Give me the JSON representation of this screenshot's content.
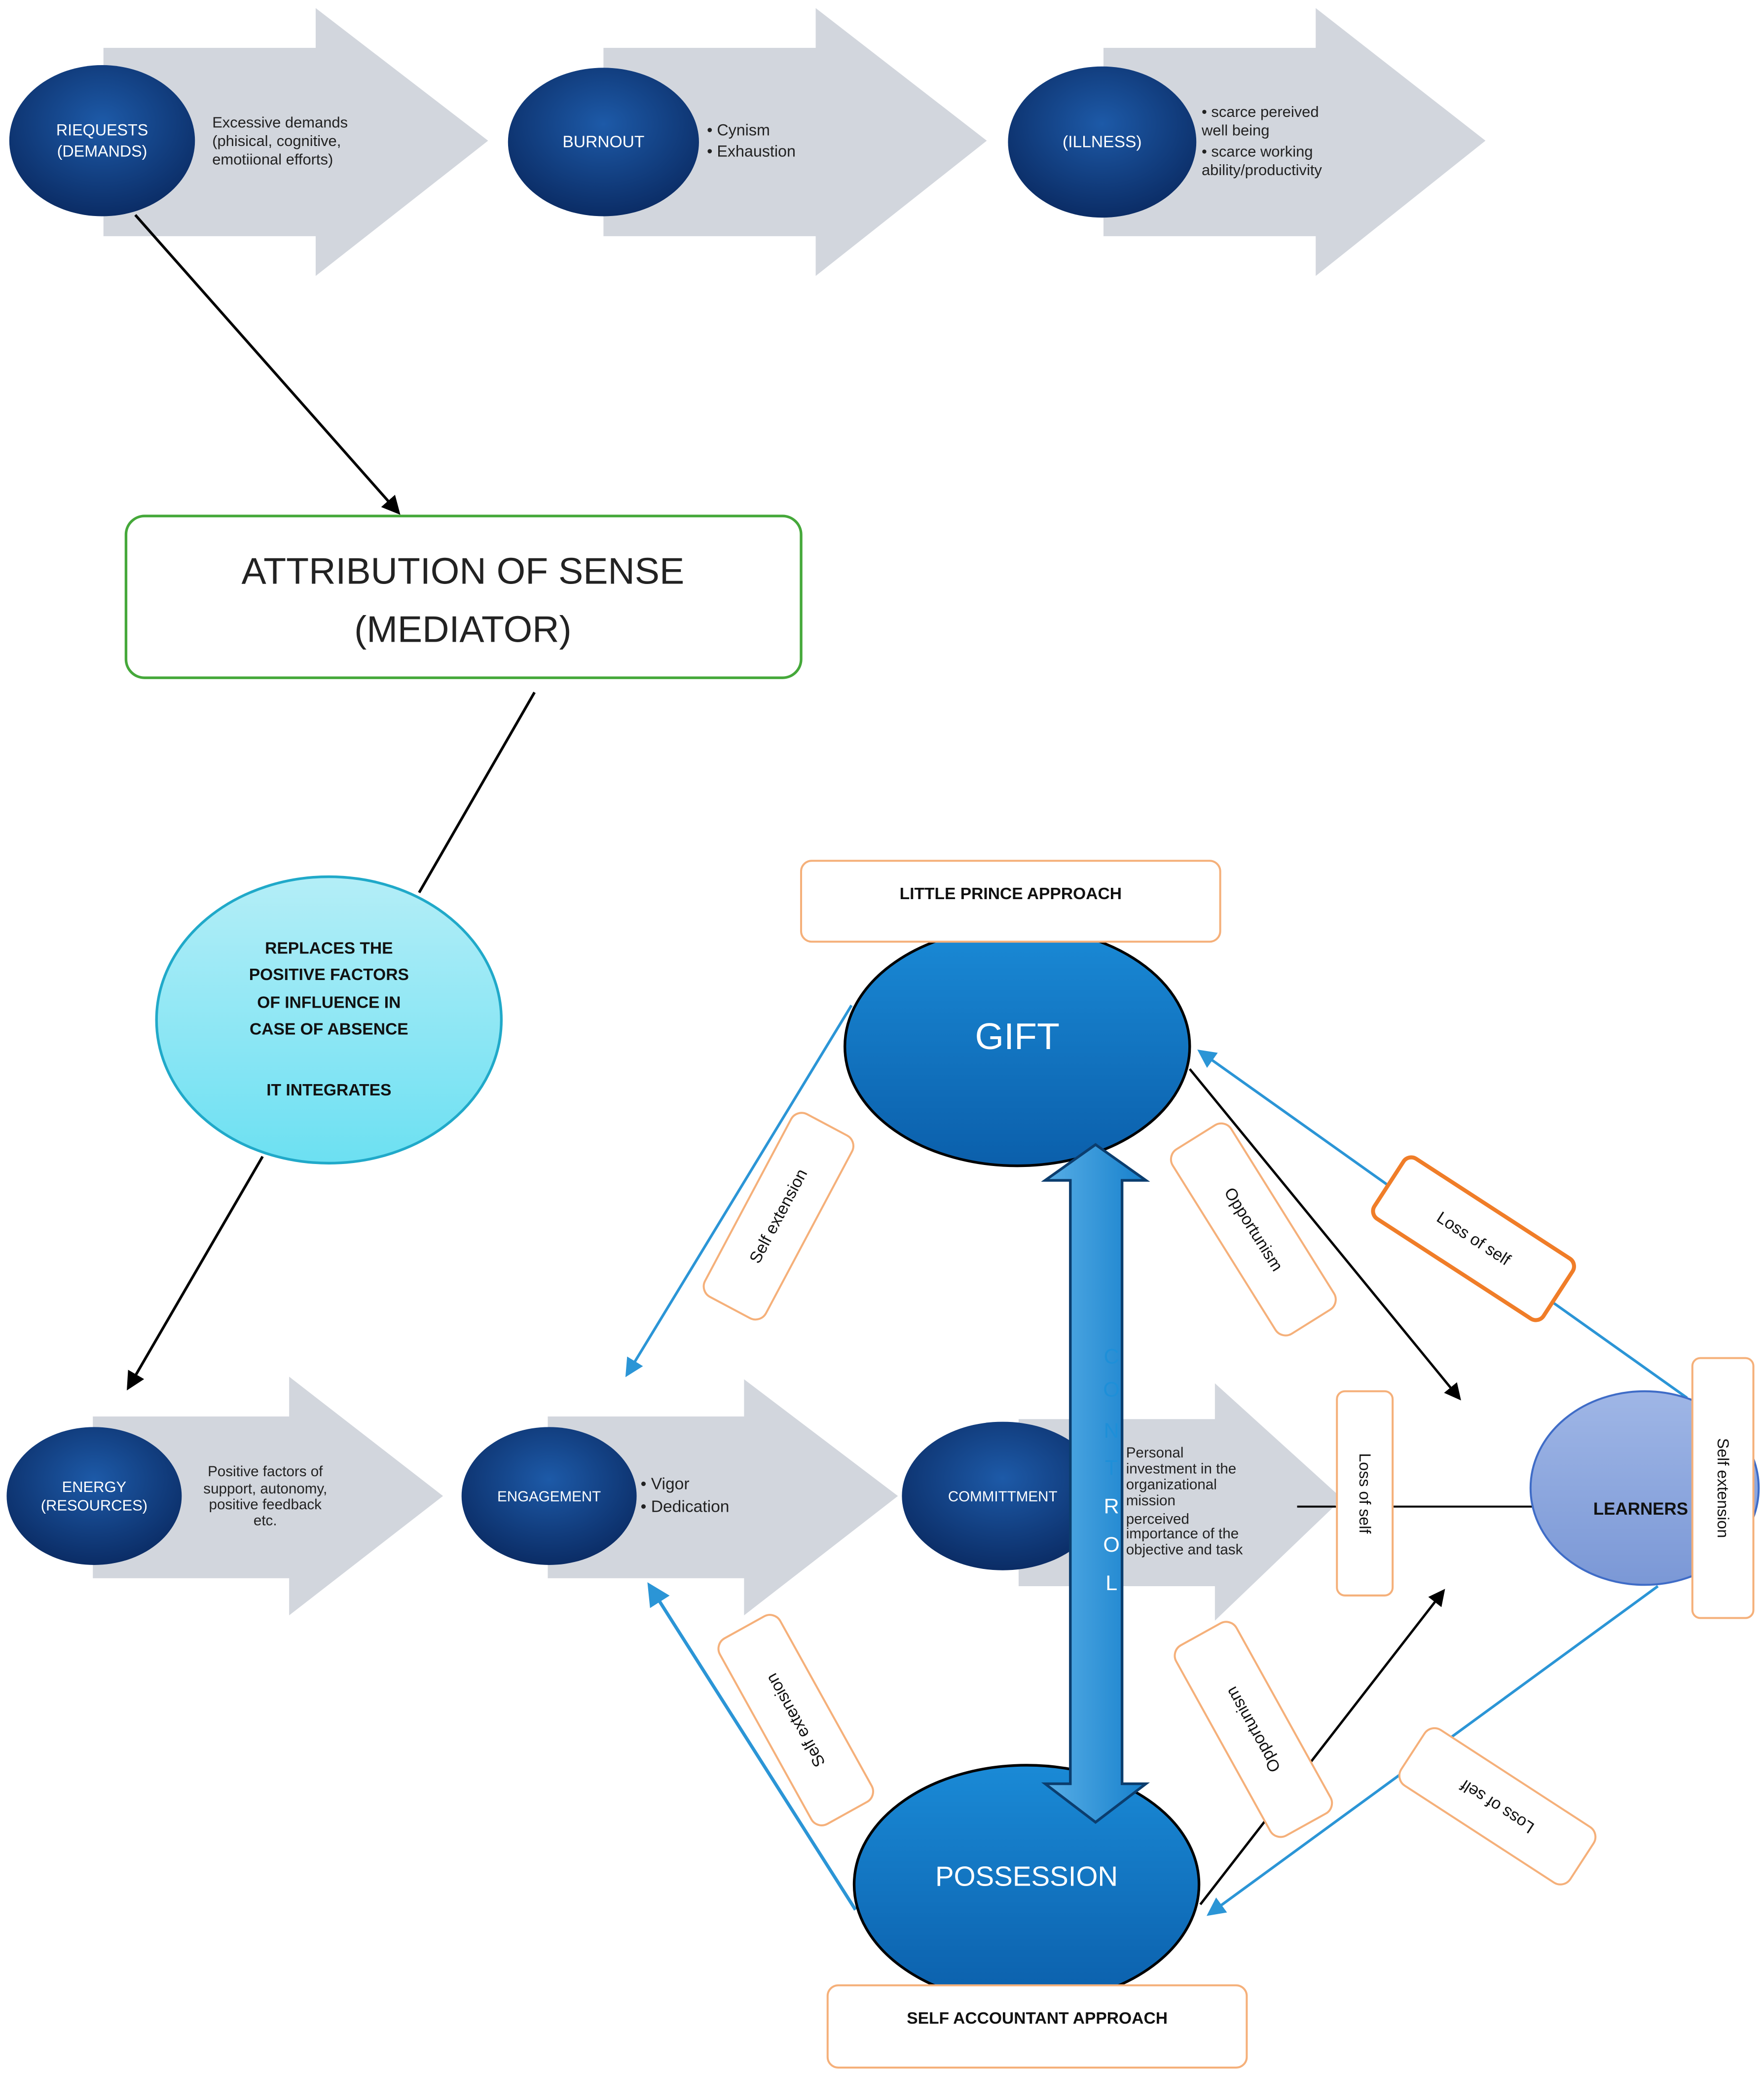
{
  "colors": {
    "arrow_fill": "#d2d6dd",
    "ellipse_dark": "#0b2f6b",
    "ellipse_mid": "#0a4f95",
    "blue_ellipse": "#0d6fbe",
    "learners_fill": "#8da7dd",
    "cyan_ellipse": "#8fe6f4",
    "green_border": "#45a83a",
    "orange_border": "#f5b07a",
    "strong_orange": "#f07d28",
    "blue_line": "#2b95d6",
    "control_arrow": "#2a93d5"
  },
  "top_row": [
    {
      "title": [
        "RIEQUESTS",
        "(DEMANDS)"
      ],
      "lines": [
        "Excessive demands",
        "(phisical, cognitive,",
        "emotiional efforts)"
      ]
    },
    {
      "title": [
        "BURNOUT"
      ],
      "lines": [
        "• Cynism",
        "• Exhaustion"
      ]
    },
    {
      "title": [
        "(ILLNESS)"
      ],
      "lines": [
        "• scarce pereived",
        "   well being",
        "• scarce working",
        "   ability/productivity"
      ]
    }
  ],
  "mediator": {
    "line1": "ATTRIBUTION OF SENSE",
    "line2": "(MEDIATOR)"
  },
  "cyan": {
    "lines": [
      "REPLACES THE",
      "POSITIVE FACTORS",
      "OF INFLUENCE IN",
      "CASE OF ABSENCE"
    ],
    "integrates": "IT INTEGRATES"
  },
  "bottom_row": [
    {
      "title": [
        "ENERGY",
        "(RESOURCES)"
      ],
      "lines": [
        "Positive factors of",
        "support, autonomy,",
        "positive feedback",
        "etc."
      ]
    },
    {
      "title": [
        "ENGAGEMENT"
      ],
      "lines": [
        "• Vigor",
        "• Dedication"
      ]
    },
    {
      "title": [
        "COMMITTMENT"
      ],
      "lines": [
        "Personal",
        "investment in the",
        "organizational",
        "mission",
        "perceived",
        "importance of the",
        "objective and task"
      ]
    }
  ],
  "gift": "GIFT",
  "possession": "POSSESSION",
  "learners": "LEARNERS",
  "little_prince": "LITTLE PRINCE APPROACH",
  "self_accountant": "SELF ACCOUNTANT APPROACH",
  "control_letters": [
    "C",
    "O",
    "N",
    "T",
    "R",
    "O",
    "L"
  ],
  "labels": {
    "self_extension_upper": "Self extension",
    "opportunism_upper": "Opportunism",
    "loss_of_self_upper": "Loss of self",
    "loss_of_self_middle": "Loss of self",
    "self_extension_right": "Self extension",
    "self_extension_lower": "Self extension",
    "opportunism_lower": "Opportunism",
    "loss_of_self_lower": "Loss of self"
  }
}
